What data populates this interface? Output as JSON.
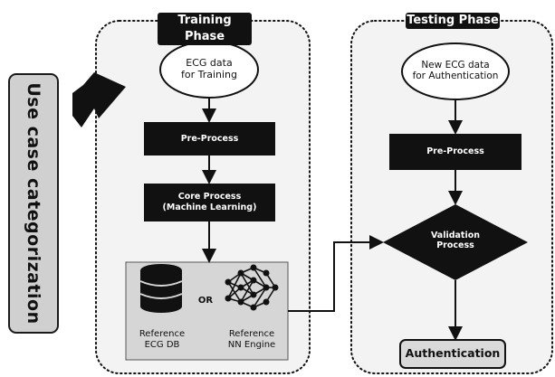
{
  "side_label": "Use case categorization",
  "training": {
    "title": "Training Phase",
    "input_line1": "ECG data",
    "input_line2": "for Training",
    "preprocess": "Pre-Process",
    "core_line1": "Core Process",
    "core_line2": "(Machine Learning)",
    "or_label": "OR",
    "ref_db_line1": "Reference",
    "ref_db_line2": "ECG DB",
    "ref_nn_line1": "Reference",
    "ref_nn_line2": "NN Engine"
  },
  "testing": {
    "title": "Testing Phase",
    "input_line1": "New ECG data",
    "input_line2": "for Authentication",
    "preprocess": "Pre-Process",
    "validation_line1": "Validation",
    "validation_line2": "Process",
    "output": "Authentication"
  },
  "colors": {
    "box_fill": "#111111",
    "reference_panel": "#d6d6d6",
    "side_label_fill": "#d0d0d0",
    "output_fill": "#d9d9d9"
  }
}
